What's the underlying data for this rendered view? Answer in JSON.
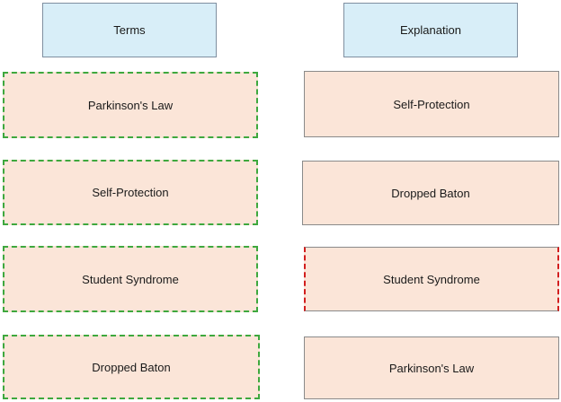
{
  "headers": {
    "terms": "Terms",
    "explanation": "Explanation"
  },
  "terms": [
    "Parkinson's Law",
    "Self-Protection",
    "Student Syndrome",
    "Dropped Baton"
  ],
  "explanations": [
    "Self-Protection",
    "Dropped Baton",
    "Student Syndrome",
    "Parkinson's Law"
  ],
  "colors": {
    "header_fill": "#d8eef8",
    "item_fill": "#fbe5d8",
    "selected_border": "#3ea83e",
    "error_border": "#d21e1e"
  }
}
